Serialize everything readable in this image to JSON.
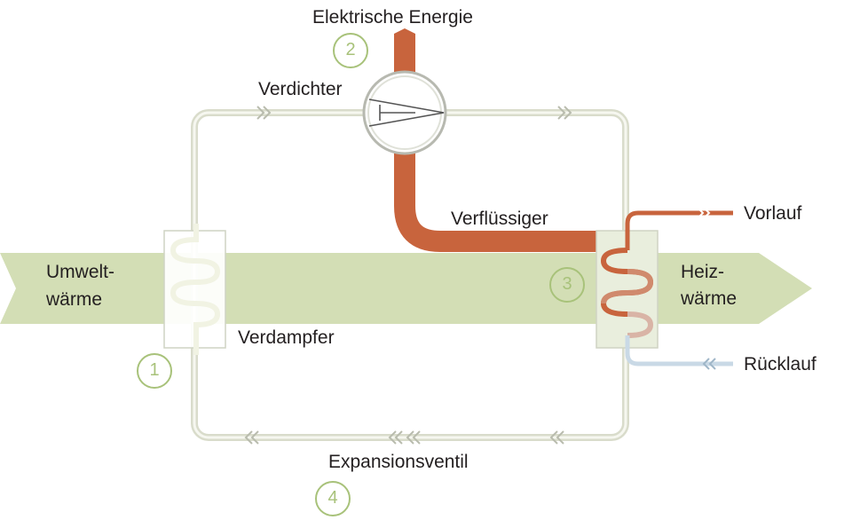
{
  "labels": {
    "elektrische_energie": "Elektrische Energie",
    "verdichter": "Verdichter",
    "verfluessiger": "Verflüssiger",
    "vorlauf": "Vorlauf",
    "umweltwaerme_line1": "Umwelt-",
    "umweltwaerme_line2": "wärme",
    "heizwaerme_line1": "Heiz-",
    "heizwaerme_line2": "wärme",
    "verdampfer": "Verdampfer",
    "ruecklauf": "Rücklauf",
    "expansionsventil": "Expansionsventil"
  },
  "badges": {
    "one": "1",
    "two": "2",
    "three": "3",
    "four": "4"
  },
  "colors": {
    "heat_band": "#d3deb5",
    "pipe_hot": "#c8643d",
    "pipe_cycle": "#d9dccb",
    "pipe_return": "#c9d9e6",
    "badge": "#a8c27a",
    "text": "#231f20"
  }
}
